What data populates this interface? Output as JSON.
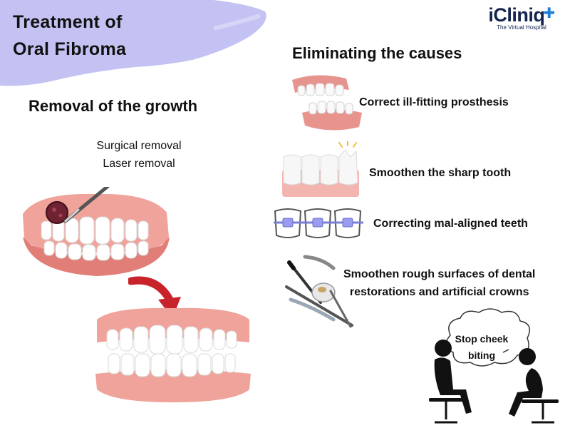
{
  "title": {
    "line1": "Treatment of",
    "line2": "Oral Fibroma"
  },
  "brand": {
    "name": "iCliniq",
    "tagline": "The Virtual Hospital"
  },
  "removal": {
    "heading": "Removal of the growth",
    "methods": [
      "Surgical removal",
      "Laser removal"
    ]
  },
  "causes": {
    "heading": "Eliminating the causes",
    "items": [
      {
        "text": "Correct ill-fitting prosthesis",
        "icon": "denture-icon"
      },
      {
        "text": "Smoothen the sharp tooth",
        "icon": "sharp-tooth-icon"
      },
      {
        "text": "Correcting mal-aligned teeth",
        "icon": "braces-icon"
      },
      {
        "text": "Smoothen rough surfaces of dental",
        "text2": "restorations and artificial crowns",
        "icon": "dental-instruments-icon"
      }
    ]
  },
  "illustration": {
    "bubble_line1": "Stop cheek",
    "bubble_line2": "biting"
  },
  "colors": {
    "accent_lavender": "#c3c2f3",
    "gum_pink": "#f0a39a",
    "gum_dark": "#e07e77",
    "arrow_red": "#c8222a",
    "brand_navy": "#14244f",
    "brand_blue": "#1f7fd8"
  }
}
